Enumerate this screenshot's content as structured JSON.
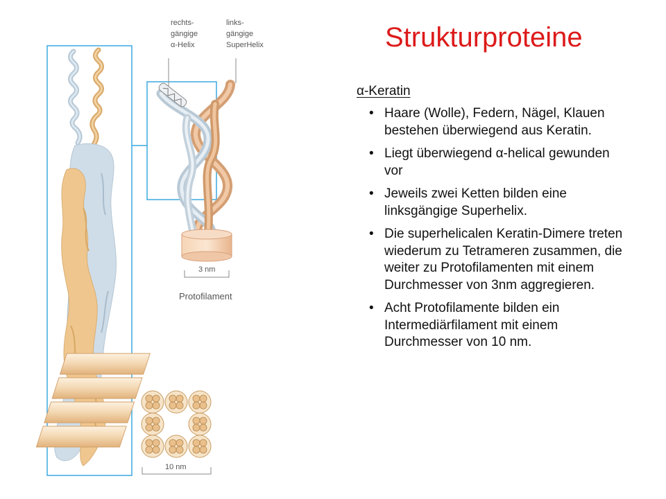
{
  "title": "Strukturproteine",
  "subheading": "α-Keratin",
  "bullet_symbol": "•",
  "bullets": [
    "Haare (Wolle), Federn, Nägel, Klauen bestehen überwiegend aus Keratin.",
    "Liegt überwiegend α-helical gewunden vor",
    "Jeweils zwei Ketten bilden eine linksgängige Superhelix.",
    "Die superhelicalen Keratin-Dimere treten wiederum zu Tetrameren zusammen, die weiter zu Protofilamenten mit einem Durchmesser von 3nm aggregieren.",
    "Acht Protofilamente bilden ein Intermediärfilament mit einem Durchmesser von 10 nm."
  ],
  "figure": {
    "label_right_helix": [
      "rechts-",
      "gängige",
      "α-Helix"
    ],
    "label_left_superhelix": [
      "links-",
      "gängige",
      "SuperHelix"
    ],
    "label_3nm": "3 nm",
    "label_protofilament": "Protofilament",
    "label_10nm": "10 nm"
  },
  "colors": {
    "title": "#dd1a1a",
    "frame": "#3aa8e0",
    "orange_chain": "#ecc493",
    "blue_chain": "#c9d9e6"
  }
}
